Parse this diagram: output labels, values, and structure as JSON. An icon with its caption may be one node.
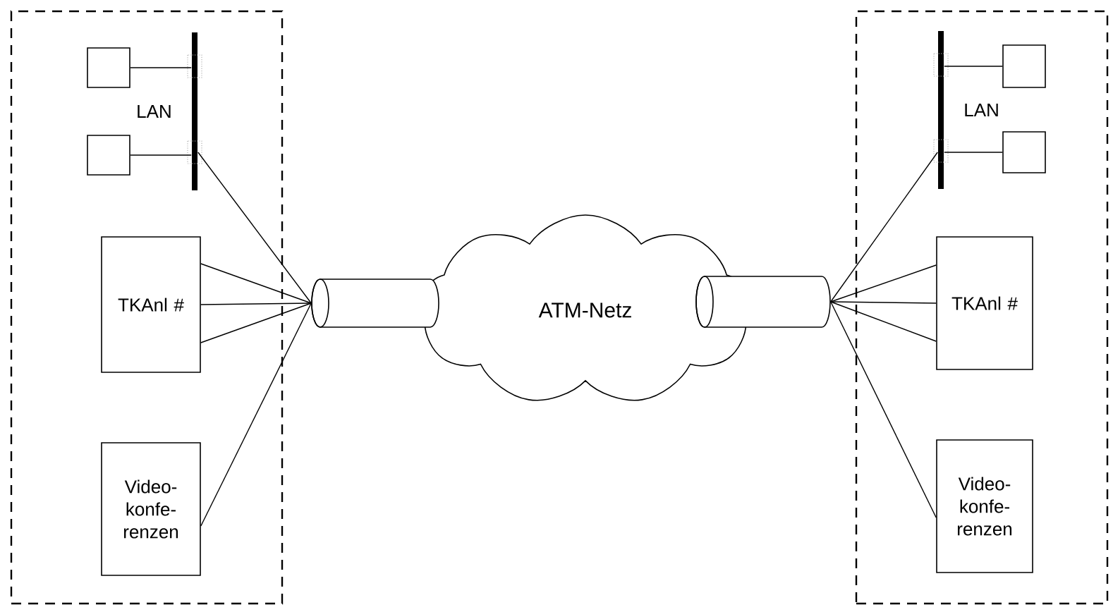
{
  "diagram": {
    "nodes": [
      {
        "text": [],
        "shape": "box"
      },
      {
        "text": [],
        "shape": "box",
        "in": 0
      },
      {
        "text": [],
        "shape": "box",
        "in": 0
      },
      {
        "text": [
          "LAN"
        ],
        "in": 0
      },
      {
        "text": [
          "TKAnl #"
        ],
        "in": 0
      },
      {
        "text": [
          "Video- konfe- renzen"
        ],
        "in": 0
      },
      {
        "text": [],
        "shape": "cylinder"
      },
      {
        "text": [
          "ATM-Netz"
        ]
      },
      {
        "text": [],
        "shape": "cylinder"
      },
      {
        "text": [],
        "shape": "box"
      },
      {
        "text": [],
        "shape": "box",
        "in": 9
      },
      {
        "text": [],
        "shape": "box",
        "in": 9
      },
      {
        "text": [
          "LAN"
        ],
        "in": 9
      },
      {
        "text": [
          "TKAnl #"
        ],
        "in": 9
      },
      {
        "text": [
          "Video- konfe- renzen"
        ],
        "in": 9
      }
    ],
    "edges": [
      {
        "from": 1,
        "to": 3,
        "arrow": "none"
      },
      {
        "from": 2,
        "to": 3,
        "arrow": "none"
      },
      {
        "from": 3,
        "to": 6,
        "arrow": "none"
      },
      {
        "from": 4,
        "to": 6,
        "arrow": "none"
      },
      {
        "from": 4,
        "to": 6,
        "arrow": "none"
      },
      {
        "from": 4,
        "to": 6,
        "arrow": "none"
      },
      {
        "from": 5,
        "to": 6,
        "arrow": "none"
      },
      {
        "from": 10,
        "to": 12,
        "arrow": "none"
      },
      {
        "from": 11,
        "to": 12,
        "arrow": "none"
      },
      {
        "from": 12,
        "to": 8,
        "arrow": "none"
      },
      {
        "from": 13,
        "to": 8,
        "arrow": "none"
      },
      {
        "from": 13,
        "to": 8,
        "arrow": "none"
      },
      {
        "from": 13,
        "to": 8,
        "arrow": "none"
      },
      {
        "from": 14,
        "to": 8,
        "arrow": "none"
      }
    ]
  }
}
